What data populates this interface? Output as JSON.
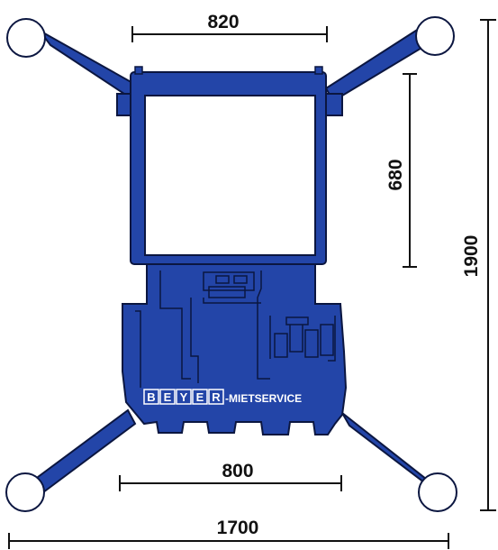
{
  "dimensions": {
    "top_width": "820",
    "inner_height": "680",
    "total_height": "1900",
    "bottom_width": "800",
    "total_width": "1700"
  },
  "brand": {
    "letters": [
      "B",
      "E",
      "Y",
      "E",
      "R"
    ],
    "suffix": "-MIETSERVICE"
  },
  "colors": {
    "machine_blue": "#2345a8",
    "outline": "#0b1640",
    "line": "#111111",
    "window": "#ffffff"
  }
}
